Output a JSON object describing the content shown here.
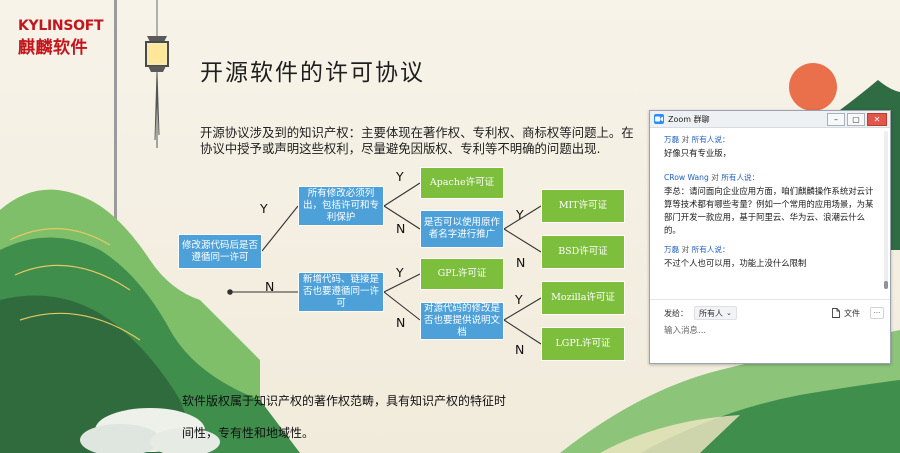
{
  "logo": {
    "en": "KYLINSOFT",
    "cn": "麒麟软件"
  },
  "slide": {
    "title": "开源软件的许可协议",
    "intro": "开源协议涉及到的知识产权：主要体现在著作权、专利权、商标权等问题上。在协议中授予或声明这些权利，尽量避免因版权、专利等不明确的问题出现.",
    "footer_line1": "软件版权属于知识产权的著作权范畴，具有知识产权的特征时",
    "footer_line2": "间性，专有性和地域性。"
  },
  "diagram": {
    "root": "修改源代码后是否遵循同一许可",
    "q_modify": "所有修改必须列出，包括许可和专利保护",
    "q_newcode": "新增代码、链接是否也要遵循同一许可",
    "q_name": "是否可以使用原作者名字进行推广",
    "q_docs": "对源代码的修改是否也要提供说明文档",
    "apache": "Apache许可证",
    "gpl": "GPL许可证",
    "mit": "MIT许可证",
    "bsd": "BSD许可证",
    "mozilla": "Mozilla许可证",
    "lgpl": "LGPL许可证",
    "yes": "Y",
    "no": "N"
  },
  "zoom_chat": {
    "window_title": "Zoom 群聊",
    "messages": [
      {
        "sender": "万磊",
        "to_word": "对",
        "recipient": "所有人说：",
        "text": "好像只有专业版，"
      },
      {
        "sender": "CRow Wang",
        "to_word": "对",
        "recipient": "所有人说：",
        "text": "李总：请问面向企业应用方面，咱们麒麟操作系统对云计算等技术都有哪些考量？例如一个常用的应用场景，为某部门开发一款应用，基于阿里云、华为云、浪潮云什么的。"
      },
      {
        "sender": "万磊",
        "to_word": "对",
        "recipient": "所有人说：",
        "text": "不过个人也可以用，功能上没什么限制"
      }
    ],
    "send_to_label": "发给：",
    "send_to_value": "所有人",
    "file_label": "文件",
    "more_label": "···",
    "input_placeholder": "输入消息..."
  },
  "colors": {
    "brand_red": "#c3161c",
    "box_blue": "#4ea1d8",
    "box_green": "#7dbf3d",
    "zoom_blue": "#2d8cff"
  }
}
